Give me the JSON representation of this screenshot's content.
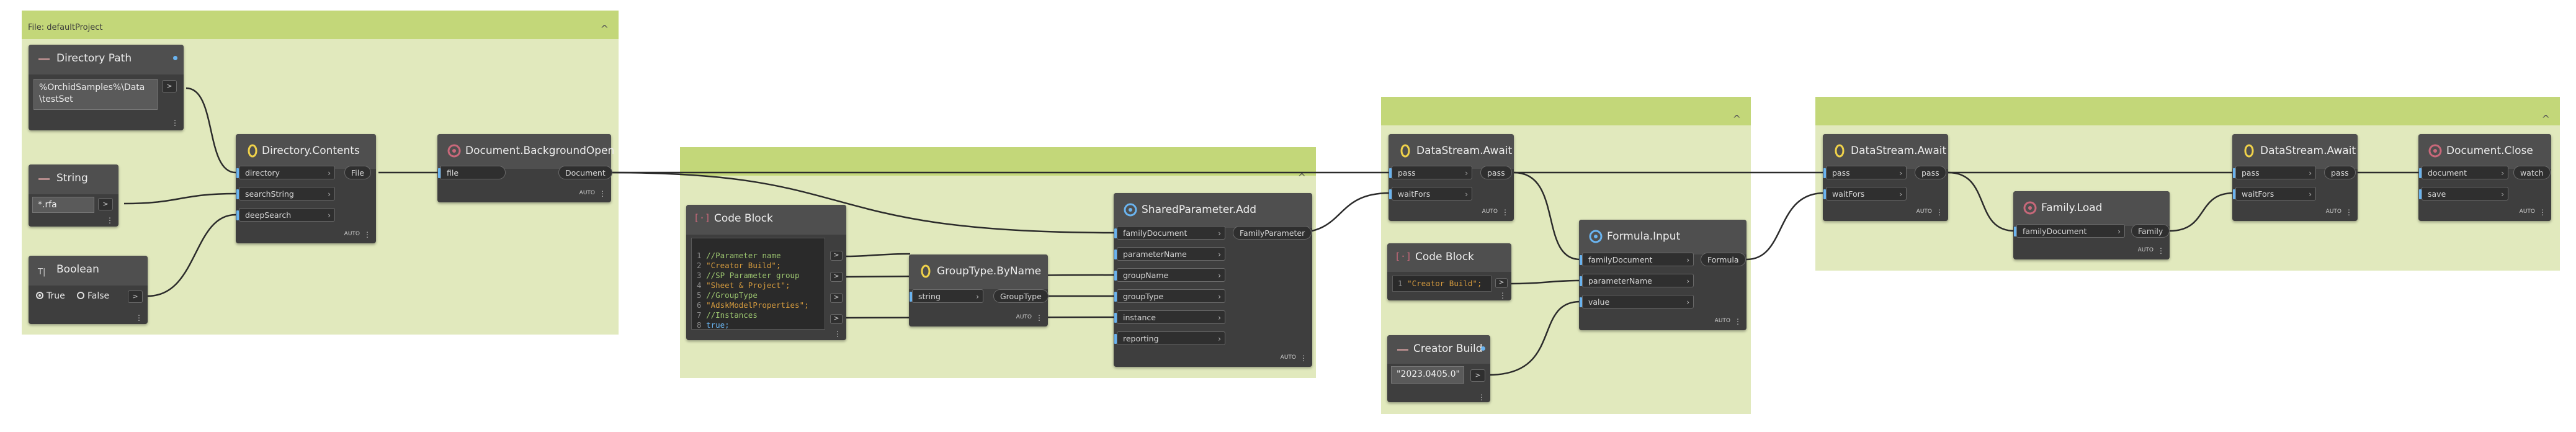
{
  "canvas": {
    "background": "#ffffff",
    "wire_color": "#2a2a2a",
    "group_header_color": "#c3d779",
    "group_body_color": "#e1e9bd"
  },
  "groups": [
    {
      "title": "File: defaultProject",
      "collapse": "^"
    },
    {
      "title": "",
      "collapse": "^"
    },
    {
      "title": "",
      "collapse": "^"
    },
    {
      "title": "",
      "collapse": "^"
    }
  ],
  "nodes": {
    "directory_path": {
      "title": "Directory Path",
      "value": "%OrchidSamples%\\Data\n\\testSet",
      "output": ">"
    },
    "string_node": {
      "title": "String",
      "value": "*.rfa",
      "output": ">"
    },
    "boolean_node": {
      "title": "Boolean",
      "true_label": "True",
      "false_label": "False",
      "selected": "True",
      "output": ">"
    },
    "directory_contents": {
      "title": "Directory.Contents",
      "inputs": [
        "directory",
        "searchString",
        "deepSearch"
      ],
      "output": "File",
      "lacing": "AUTO"
    },
    "bg_open": {
      "title": "Document.BackgroundOpen",
      "inputs": [
        "file"
      ],
      "output": "Document",
      "lacing": "AUTO"
    },
    "code_block_1": {
      "title": "Code Block",
      "lines": [
        {
          "n": "1",
          "text": "//Parameter name"
        },
        {
          "n": "2",
          "text": "\"Creator Build\";"
        },
        {
          "n": "3",
          "text": "//SP Parameter group"
        },
        {
          "n": "4",
          "text": "\"Sheet & Project\";"
        },
        {
          "n": "5",
          "text": "//GroupType"
        },
        {
          "n": "6",
          "text": "\"AdskModelProperties\";"
        },
        {
          "n": "7",
          "text": "//Instances"
        },
        {
          "n": "8",
          "text": "true;"
        }
      ]
    },
    "grouptype_byname": {
      "title": "GroupType.ByName",
      "inputs": [
        "string"
      ],
      "output": "GroupType",
      "lacing": "AUTO"
    },
    "sharedparam_add": {
      "title": "SharedParameter.Add",
      "inputs": [
        "familyDocument",
        "parameterName",
        "groupName",
        "groupType",
        "instance",
        "reporting"
      ],
      "output": "FamilyParameter",
      "lacing": "AUTO"
    },
    "datastream_await_1": {
      "title": "DataStream.Await",
      "inputs": [
        "pass",
        "waitFors"
      ],
      "output": "pass",
      "lacing": "AUTO"
    },
    "code_block_2": {
      "title": "Code Block",
      "lines": [
        {
          "n": "1",
          "text": "\"Creator Build\";"
        }
      ]
    },
    "creator_build": {
      "title": "Creator Build",
      "value": "\"2023.0405.0\"",
      "output": ">"
    },
    "formula_input": {
      "title": "Formula.Input",
      "inputs": [
        "familyDocument",
        "parameterName",
        "value"
      ],
      "output": "Formula",
      "lacing": "AUTO"
    },
    "datastream_await_2": {
      "title": "DataStream.Await",
      "inputs": [
        "pass",
        "waitFors"
      ],
      "output": "pass",
      "lacing": "AUTO"
    },
    "family_load": {
      "title": "Family.Load",
      "inputs": [
        "familyDocument"
      ],
      "output": "Family",
      "lacing": "AUTO"
    },
    "datastream_await_3": {
      "title": "DataStream.Await",
      "inputs": [
        "pass",
        "waitFors"
      ],
      "output": "pass",
      "lacing": "AUTO"
    },
    "document_close": {
      "title": "Document.Close",
      "inputs": [
        "document",
        "save"
      ],
      "output": "watch",
      "lacing": "AUTO"
    }
  },
  "icons": {
    "node": "node-glyph-icon",
    "menu": "more-dots-icon",
    "pin": "pin-icon"
  }
}
